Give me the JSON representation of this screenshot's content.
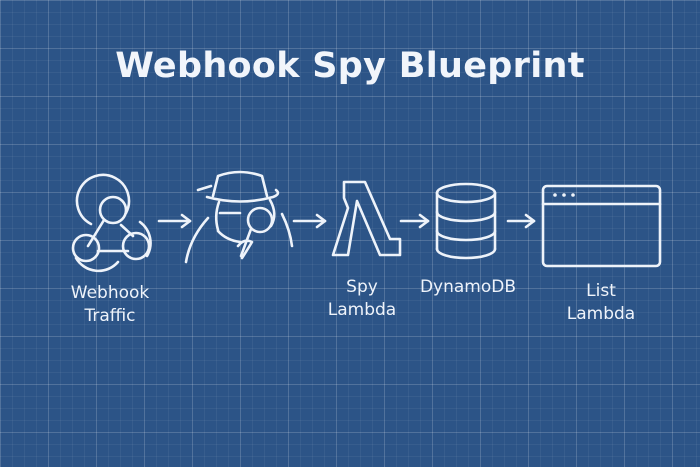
{
  "title": "Webhook Spy Blueprint",
  "colors": {
    "background": "#2c5487",
    "line": "#eef3fa"
  },
  "nodes": [
    {
      "id": "webhook-traffic",
      "icon": "webhook-icon",
      "label_line1": "Webhook",
      "label_line2": "Traffic"
    },
    {
      "id": "spy",
      "icon": "spy-detective-icon"
    },
    {
      "id": "spy-lambda",
      "icon": "lambda-icon",
      "label_line1": "Spy",
      "label_line2": "Lambda"
    },
    {
      "id": "dynamodb",
      "icon": "database-icon",
      "label_line1": "DynamoDB"
    },
    {
      "id": "list-lambda",
      "icon": "browser-window-icon",
      "label_line1": "List",
      "label_line2": "Lambda"
    }
  ],
  "edges": [
    {
      "from": "webhook-traffic",
      "to": "spy"
    },
    {
      "from": "spy",
      "to": "spy-lambda"
    },
    {
      "from": "spy-lambda",
      "to": "dynamodb"
    },
    {
      "from": "dynamodb",
      "to": "list-lambda"
    }
  ]
}
